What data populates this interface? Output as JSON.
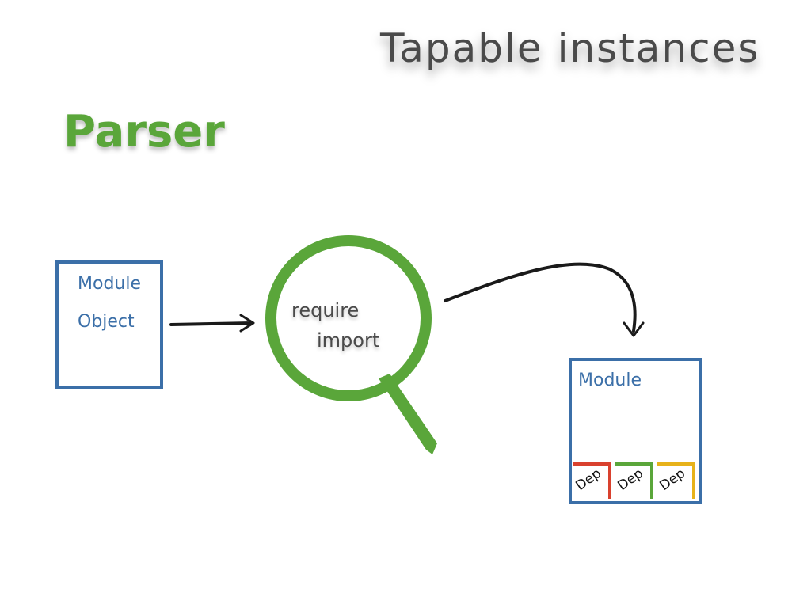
{
  "slide": {
    "title": "Tapable instances",
    "section": "Parser"
  },
  "source_box": {
    "line1": "Module",
    "line2": "Object"
  },
  "magnifier": {
    "line1": "require",
    "line2": "import",
    "color": "#5aa63a"
  },
  "target_box": {
    "label": "Module",
    "deps": [
      {
        "label": "Dep",
        "color": "#d9412e"
      },
      {
        "label": "Dep",
        "color": "#5aa63a"
      },
      {
        "label": "Dep",
        "color": "#e7b21a"
      }
    ]
  },
  "colors": {
    "box_border": "#3b6fa8",
    "arrow": "#1a1a1a",
    "title": "#4a4a4a",
    "section": "#5aa63a"
  }
}
